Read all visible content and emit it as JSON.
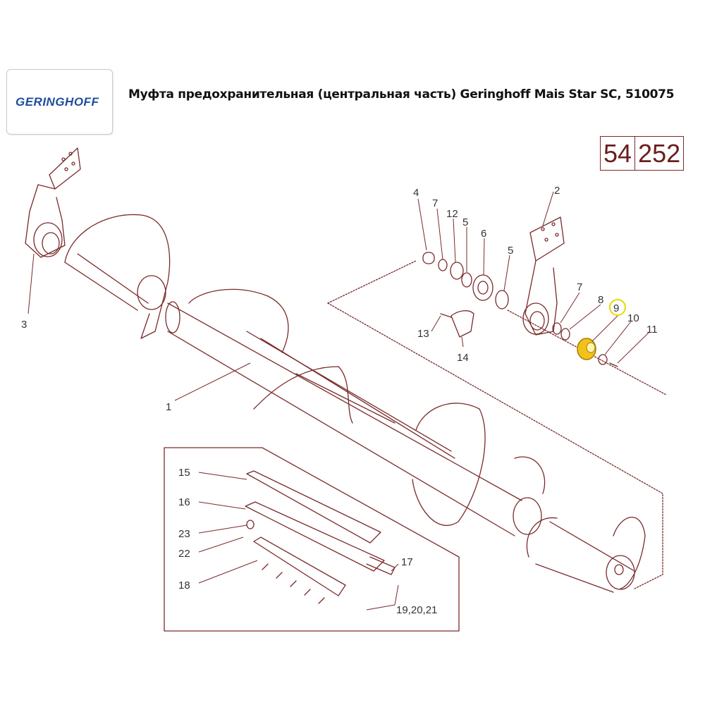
{
  "header": {
    "logo_text": "GERINGHOFF",
    "title": "Муфта предохранительная (центральная часть) Geringhoff Mais Star SC, 510075",
    "page_left": "54",
    "page_right": "252"
  },
  "colors": {
    "line": "#7a2a2a",
    "highlight": "#f2c21a",
    "highlight_ring": "#e8d800",
    "logo": "#1f4e9c"
  },
  "highlighted_part": "9",
  "callouts": [
    {
      "id": "1",
      "text": "1"
    },
    {
      "id": "2",
      "text": "2"
    },
    {
      "id": "3",
      "text": "3"
    },
    {
      "id": "4",
      "text": "4"
    },
    {
      "id": "5a",
      "text": "5"
    },
    {
      "id": "5b",
      "text": "5"
    },
    {
      "id": "6",
      "text": "6"
    },
    {
      "id": "7a",
      "text": "7"
    },
    {
      "id": "7b",
      "text": "7"
    },
    {
      "id": "8",
      "text": "8"
    },
    {
      "id": "9",
      "text": "9"
    },
    {
      "id": "10",
      "text": "10"
    },
    {
      "id": "11",
      "text": "11"
    },
    {
      "id": "12",
      "text": "12"
    },
    {
      "id": "13",
      "text": "13"
    },
    {
      "id": "14",
      "text": "14"
    },
    {
      "id": "15",
      "text": "15"
    },
    {
      "id": "16",
      "text": "16"
    },
    {
      "id": "17",
      "text": "17"
    },
    {
      "id": "18",
      "text": "18"
    },
    {
      "id": "19",
      "text": "19,20,21"
    },
    {
      "id": "22",
      "text": "22"
    },
    {
      "id": "23",
      "text": "23"
    }
  ]
}
